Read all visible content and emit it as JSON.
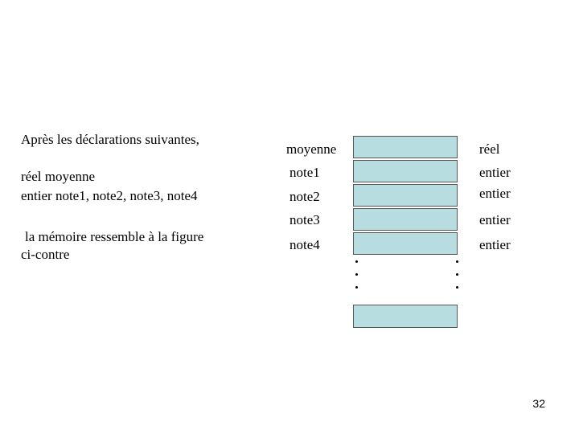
{
  "left_text": {
    "line1": "Après les déclarations suivantes,",
    "decl1_type": "réel",
    "decl1_vars": " moyenne",
    "decl2_type": "entier",
    "decl2_vars": " note1, note2, note3, note4",
    "line4": "la mémoire ressemble à la figure",
    "line5": "ci-contre"
  },
  "memory": {
    "rows": [
      {
        "name": "moyenne",
        "type": "réel"
      },
      {
        "name": "note1",
        "type": "entier"
      },
      {
        "name": "note2",
        "type": "entier"
      },
      {
        "name": "note3",
        "type": "entier"
      },
      {
        "name": "note4",
        "type": "entier"
      }
    ],
    "cell_color": "#b7dde0"
  },
  "page_number": "32"
}
